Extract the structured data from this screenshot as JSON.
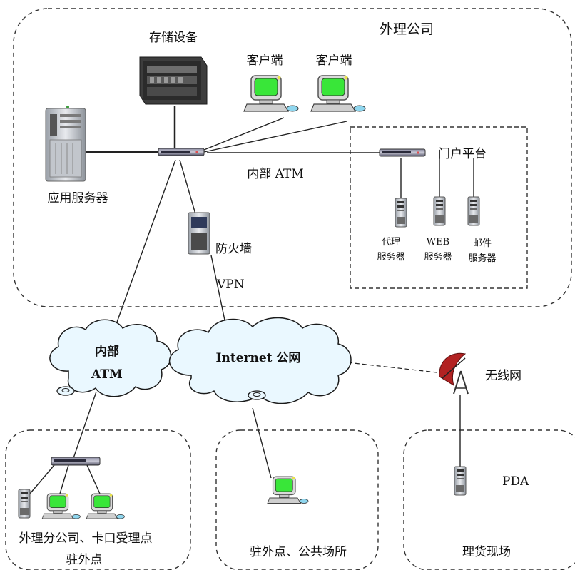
{
  "company": {
    "title": "外理公司",
    "storage_label": "存储设备",
    "client_label_1": "客户端",
    "client_label_2": "客户端",
    "app_server_label": "应用服务器",
    "internal_atm_label": "内部 ATM",
    "firewall_label": "防火墙",
    "vpn_label": "VPN",
    "portal": {
      "label": "门户平台",
      "proxy_server_line1": "代理",
      "proxy_server_line2": "服务器",
      "web_server_line1": "WEB",
      "web_server_line2": "服务器",
      "mail_server_line1": "邮件",
      "mail_server_line2": "服务器"
    }
  },
  "clouds": {
    "internal_atm_line1": "内部",
    "internal_atm_line2": "ATM",
    "internet_label": "Internet 公网",
    "wireless_label": "无线网"
  },
  "sites": {
    "branch_line1": "外理分公司、卡口受理点",
    "branch_line2": "驻外点",
    "outpost_label": "驻外点、公共场所",
    "field_label": "理货现场",
    "pda_label": "PDA"
  },
  "colors": {
    "screen_green": "#39e639",
    "cloud_fill": "#eaf8ff",
    "cloud_stroke": "#1a1a1a",
    "dish_red": "#b22222"
  }
}
